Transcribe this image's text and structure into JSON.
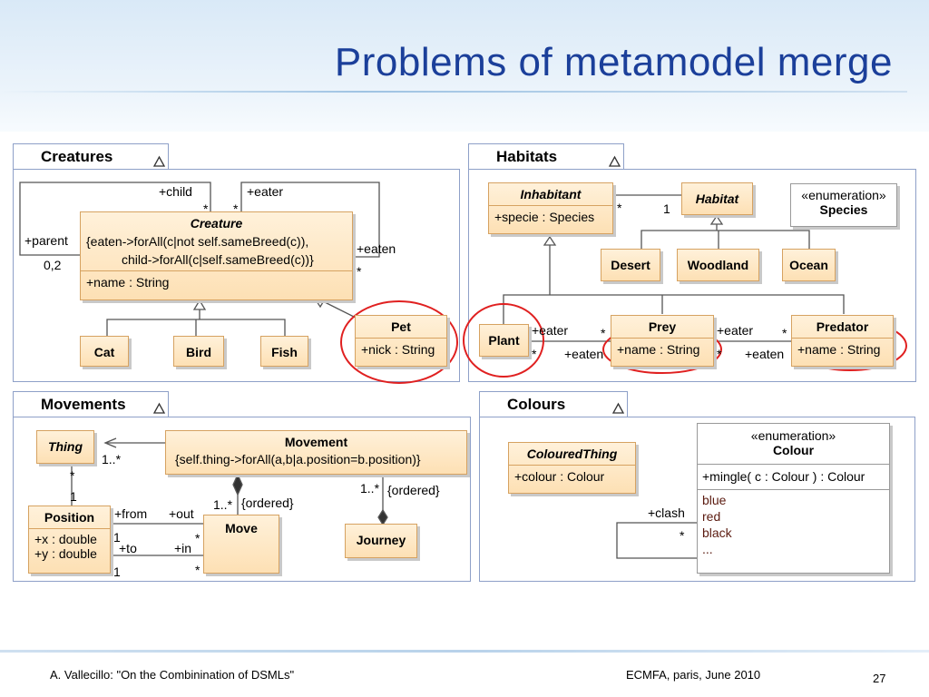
{
  "slide": {
    "title": "Problems of metamodel merge",
    "footer_left": "A. Vallecillo: \"On the Combinination of DSMLs\"",
    "footer_center": "ECMFA, paris, June 2010",
    "page_number": "27"
  },
  "colors": {
    "title": "#1b3f9a",
    "class_fill": "#fde0b4",
    "highlight": "#e02020",
    "package_border": "#8ea0c8"
  },
  "packages": {
    "creatures": {
      "name": "Creatures",
      "creature": {
        "name": "Creature",
        "constraint1": "{eaten->forAll(c|not self.sameBreed(c)),",
        "constraint2": "child->forAll(c|self.sameBreed(c))}",
        "attr": "+name : String"
      },
      "cat": "Cat",
      "bird": "Bird",
      "fish": "Fish",
      "pet": {
        "name": "Pet",
        "attr": "+nick : String"
      },
      "labels": {
        "child": "+child",
        "eater": "+eater",
        "star1": "*",
        "star2": "*",
        "parent": "+parent",
        "parent_mult": "0,2",
        "eaten": "+eaten",
        "eaten_mult": "*"
      }
    },
    "habitats": {
      "name": "Habitats",
      "inhabitant": {
        "name": "Inhabitant",
        "attr": "+specie : Species"
      },
      "habitat": "Habitat",
      "species": {
        "stereotype": "«enumeration»",
        "name": "Species"
      },
      "desert": "Desert",
      "woodland": "Woodland",
      "ocean": "Ocean",
      "plant": "Plant",
      "prey": {
        "name": "Prey",
        "attr": "+name : String"
      },
      "predator": {
        "name": "Predator",
        "attr": "+name : String"
      },
      "labels": {
        "star": "*",
        "one": "1",
        "eater1": "+eater",
        "eaten1": "+eaten",
        "s1": "*",
        "s2": "*",
        "eater2": "+eater",
        "eaten2": "+eaten",
        "s3": "*",
        "s4": "*"
      }
    },
    "movements": {
      "name": "Movements",
      "thing": "Thing",
      "movement": {
        "name": "Movement",
        "constraint": "{self.thing->forAll(a,b|a.position=b.position)}"
      },
      "position": {
        "name": "Position",
        "attr1": "+x : double",
        "attr2": "+y : double"
      },
      "move": "Move",
      "journey": "Journey",
      "labels": {
        "m1": "1..*",
        "star": "*",
        "one": "1",
        "from": "+from",
        "out": "+out",
        "m2": "1..*",
        "ordered1": "{ordered}",
        "m3": "1..*",
        "ordered2": "{ordered}",
        "one2": "1",
        "to": "+to",
        "in": "+in",
        "s2": "*",
        "one3": "1",
        "s3": "*"
      }
    },
    "colours": {
      "name": "Colours",
      "coloured": {
        "name": "ColouredThing",
        "attr": "+colour : Colour"
      },
      "colour": {
        "stereotype": "«enumeration»",
        "name": "Colour",
        "op": "+mingle( c : Colour ) : Colour",
        "lit1": "blue",
        "lit2": "red",
        "lit3": "black",
        "lit4": "..."
      },
      "labels": {
        "clash": "+clash",
        "star": "*"
      }
    }
  }
}
